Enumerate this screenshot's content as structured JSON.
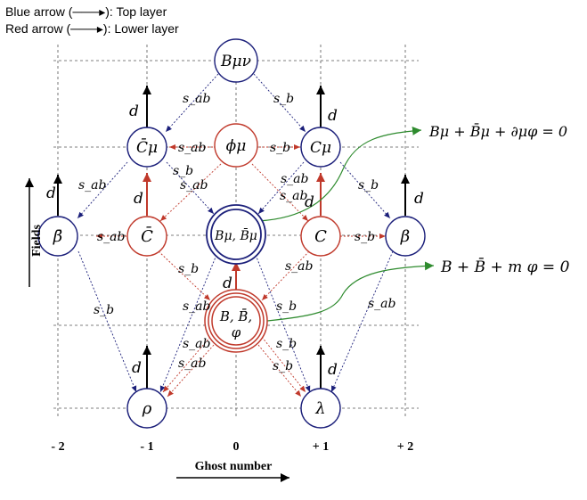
{
  "legend": {
    "blue": "Blue arrow (───▸): Top layer",
    "red": "Red arrow  (───▸):  Lower layer"
  },
  "axes": {
    "y_label": "Fields",
    "x_label": "Ghost number",
    "ticks": [
      "- 2",
      "- 1",
      "0",
      "+ 1",
      "+ 2"
    ]
  },
  "nodes": {
    "B_munu": "Bμν",
    "Cbar_mu": "C̄μ",
    "phi_mu": "ϕμ",
    "C_mu": "Cμ",
    "beta_bar": "β̄",
    "C_bar": "C̄",
    "B_mu_pair": "Bμ, B̄μ",
    "C": "C",
    "beta": "β",
    "B_triple_line1": "B, B̄,",
    "B_triple_line2": "φ",
    "rho": "ρ",
    "lambda": "λ"
  },
  "labels": {
    "sab": "s_ab",
    "sb": "s_b",
    "d": "d"
  },
  "equations": {
    "eq1": "Bμ + B̄μ + ∂μφ = 0",
    "eq2": "B + B̄ + m φ = 0"
  },
  "colors": {
    "blue": "#1b1f7a",
    "red": "#c0392b",
    "green": "#2e8b2e"
  }
}
